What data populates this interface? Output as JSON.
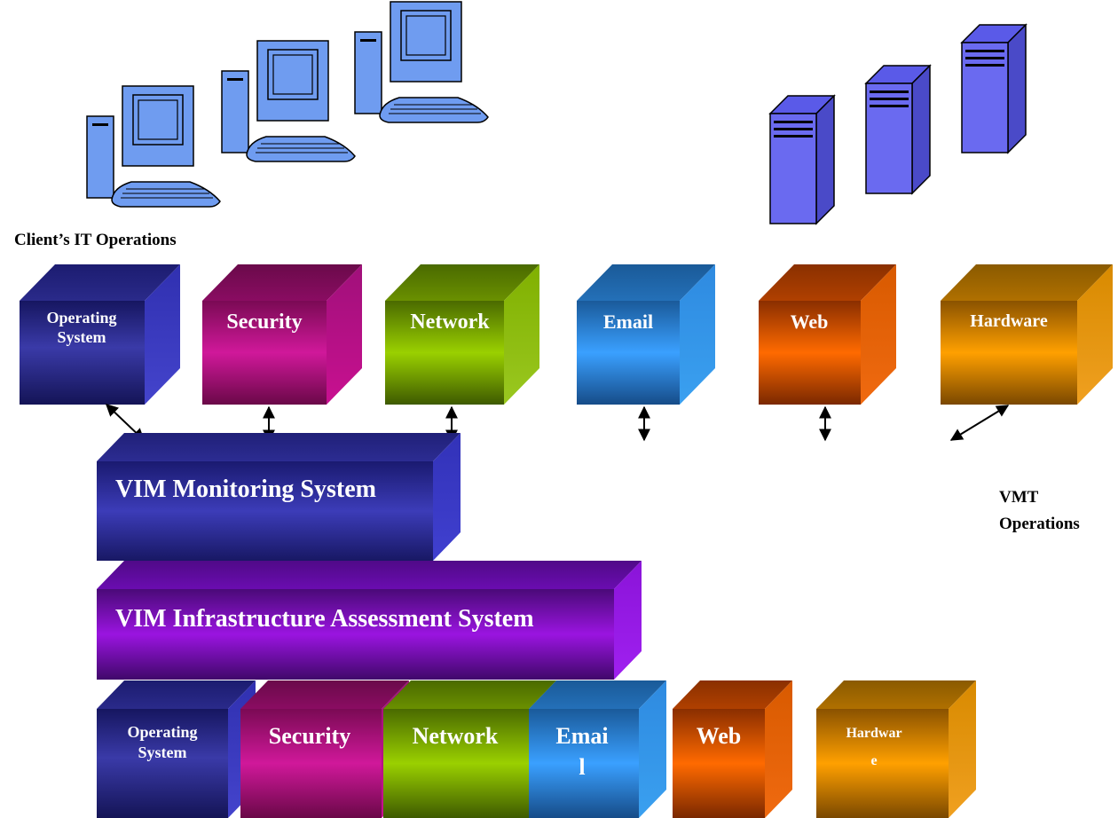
{
  "labels": {
    "client_ops": "Client’s IT Operations",
    "vmt_ops_1": "VMT",
    "vmt_ops_2": "Operations"
  },
  "top_blocks": {
    "os_1": "Operating",
    "os_2": "System",
    "security": "Security",
    "network": "Network",
    "email": "Email",
    "web": "Web",
    "hardware": "Hardware"
  },
  "layers": {
    "monitoring": "VIM Monitoring System",
    "assessment": "VIM Infrastructure Assessment System"
  },
  "bottom_blocks": {
    "os_1": "Operating",
    "os_2": "System",
    "security": "Security",
    "network": "Network",
    "email_1": "Emai",
    "email_2": "l",
    "web": "Web",
    "hardware_1": "Hardwar",
    "hardware_2": "e"
  },
  "icons": [
    "desktop-computer-icon",
    "server-tower-icon",
    "double-arrow-icon"
  ],
  "colors": {
    "os": "#2a2a8a",
    "security": "#b0107a",
    "network": "#88b800",
    "email": "#2f8fe0",
    "web": "#e65a00",
    "hardware": "#e88a00",
    "monitoring": "#2c2c92",
    "assessment": "#8a10c8",
    "computer": "#6f9cf0",
    "server": "#6a6af0"
  }
}
